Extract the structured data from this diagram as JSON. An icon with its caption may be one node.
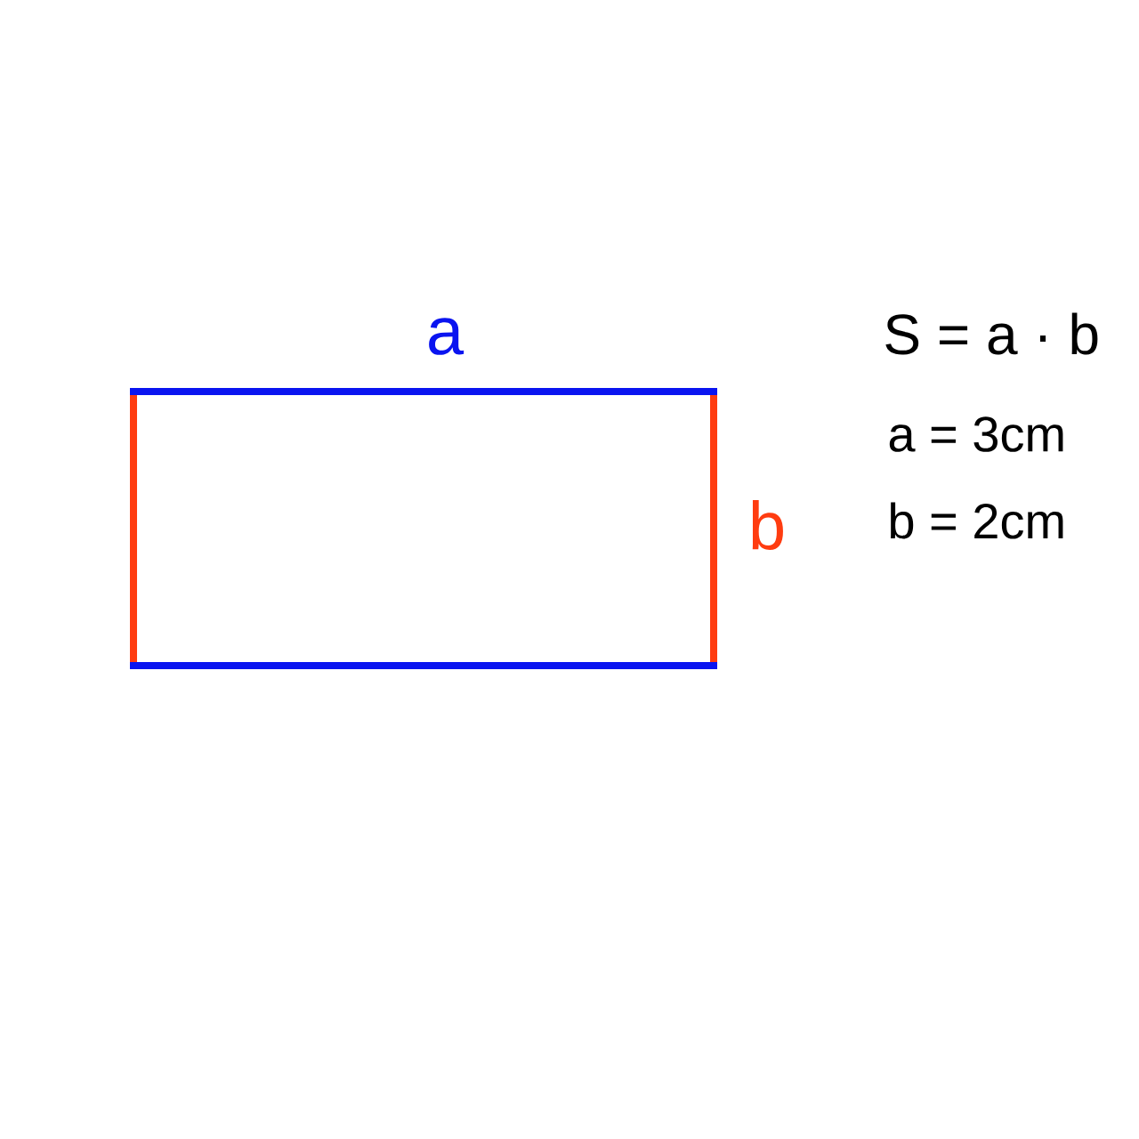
{
  "diagram": {
    "labels": [
      "a",
      "b",
      "S = a · b",
      "a = 3cm",
      "b = 2cm"
    ]
  }
}
